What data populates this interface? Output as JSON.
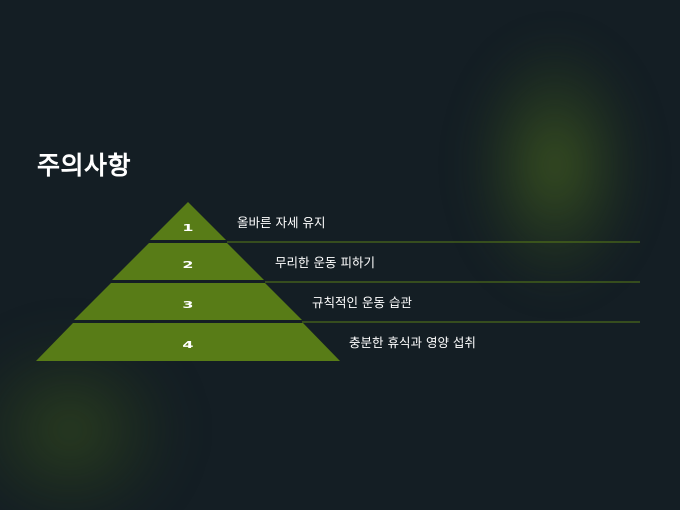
{
  "slide": {
    "title": "주의사항",
    "levels": [
      {
        "number": "1",
        "label": "올바른 자세 유지"
      },
      {
        "number": "2",
        "label": "무리한 운동 피하기"
      },
      {
        "number": "3",
        "label": "규칙적인 운동 습관"
      },
      {
        "number": "4",
        "label": "충분한 휴식과 영양 섭취"
      }
    ]
  },
  "colors": {
    "background": "#141e24",
    "pyramid_fill": "#587c17",
    "divider_line": "#587c17",
    "text": "#ffffff"
  }
}
